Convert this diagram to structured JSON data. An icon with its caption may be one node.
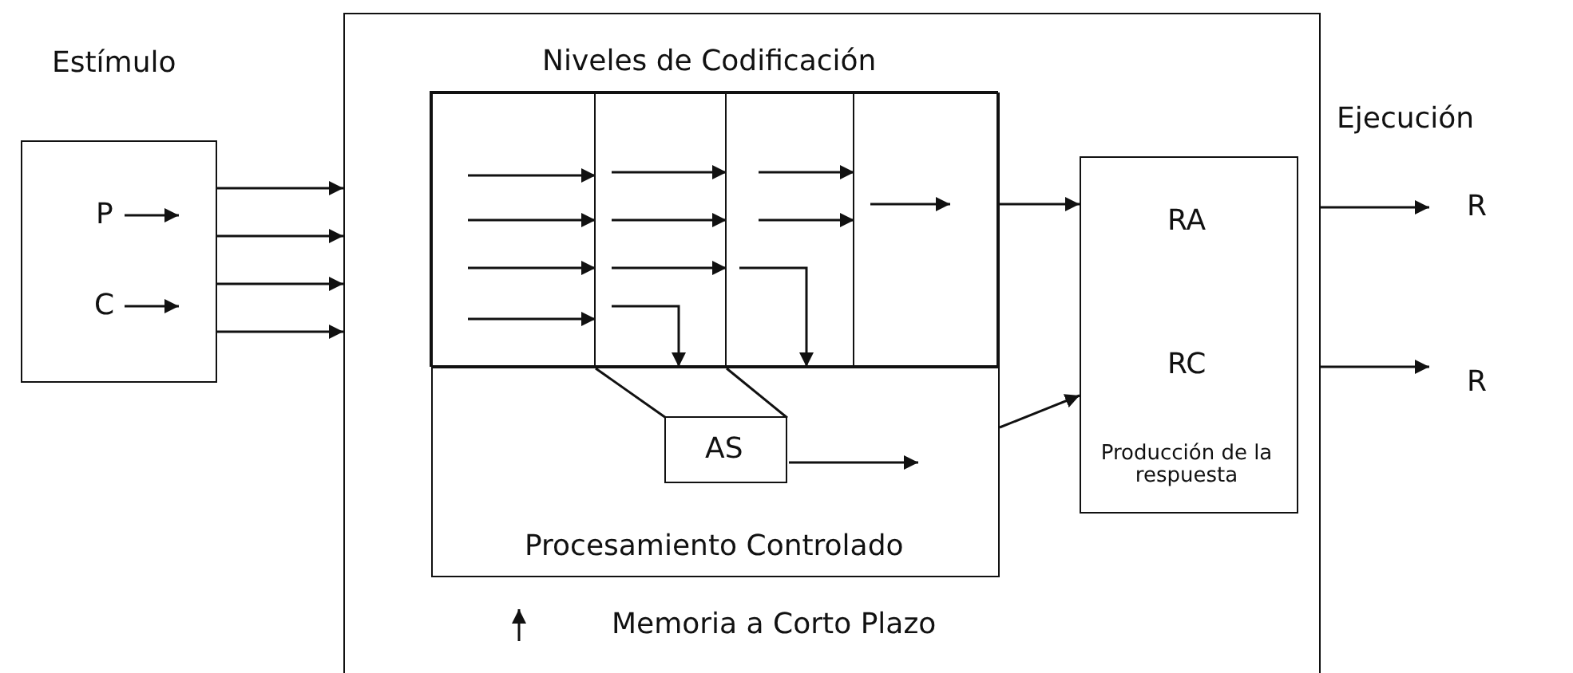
{
  "diagram": {
    "nodes": [
      {
        "text": [
          "Estímulo"
        ]
      },
      {
        "text": [
          "P"
        ],
        "in": 0
      },
      {
        "text": [
          "C"
        ],
        "in": 0
      },
      {
        "text": [
          "Memoria a Corto Plazo"
        ]
      },
      {
        "text": [
          "Niveles de Codificación"
        ],
        "in": 3
      },
      {
        "text": [
          "Procesamiento Controlado"
        ],
        "in": 3
      },
      {
        "text": [],
        "shape": "box",
        "in": 4
      },
      {
        "text": [],
        "shape": "box",
        "in": 4
      },
      {
        "text": [],
        "shape": "box",
        "in": 4
      },
      {
        "text": [],
        "shape": "box",
        "in": 4
      },
      {
        "text": [
          "AS"
        ],
        "in": 5
      },
      {
        "text": [
          "RA",
          "RC",
          "Producción de la respuesta"
        ],
        "in": 3
      },
      {
        "text": [
          "R"
        ]
      },
      {
        "text": [
          "R"
        ]
      }
    ],
    "edges": [
      {
        "from": 1,
        "to": null,
        "arrow": "to"
      },
      {
        "from": 2,
        "to": null,
        "arrow": "to"
      },
      {
        "from": 0,
        "to": 3,
        "arrow": "to"
      },
      {
        "from": 0,
        "to": 3,
        "arrow": "to"
      },
      {
        "from": 0,
        "to": 3,
        "arrow": "to"
      },
      {
        "from": 0,
        "to": 3,
        "arrow": "to"
      },
      {
        "from": 6,
        "to": 7,
        "arrow": "to"
      },
      {
        "from": 6,
        "to": 7,
        "arrow": "to"
      },
      {
        "from": 6,
        "to": 7,
        "arrow": "to"
      },
      {
        "from": 6,
        "to": 7,
        "arrow": "to"
      },
      {
        "from": 7,
        "to": 8,
        "arrow": "to"
      },
      {
        "from": 7,
        "to": 8,
        "arrow": "to"
      },
      {
        "from": 7,
        "to": 8,
        "arrow": "to"
      },
      {
        "from": 7,
        "to": 5,
        "arrow": "to"
      },
      {
        "from": 8,
        "to": 9,
        "arrow": "to"
      },
      {
        "from": 8,
        "to": 9,
        "arrow": "to"
      },
      {
        "from": 8,
        "to": 5,
        "arrow": "to"
      },
      {
        "from": null,
        "to": 9,
        "arrow": "to"
      },
      {
        "from": 4,
        "to": 11,
        "arrow": "to"
      },
      {
        "from": 5,
        "to": 11,
        "arrow": "to"
      },
      {
        "from": 10,
        "to": null,
        "arrow": "to"
      },
      {
        "from": 3,
        "to": 12,
        "arrow": "to"
      },
      {
        "from": 3,
        "to": 13,
        "arrow": "to"
      },
      {
        "from": 7,
        "to": 10,
        "arrow": "none"
      },
      {
        "from": 8,
        "to": 10,
        "arrow": "none"
      }
    ],
    "labels": [
      "Ejecución"
    ]
  }
}
